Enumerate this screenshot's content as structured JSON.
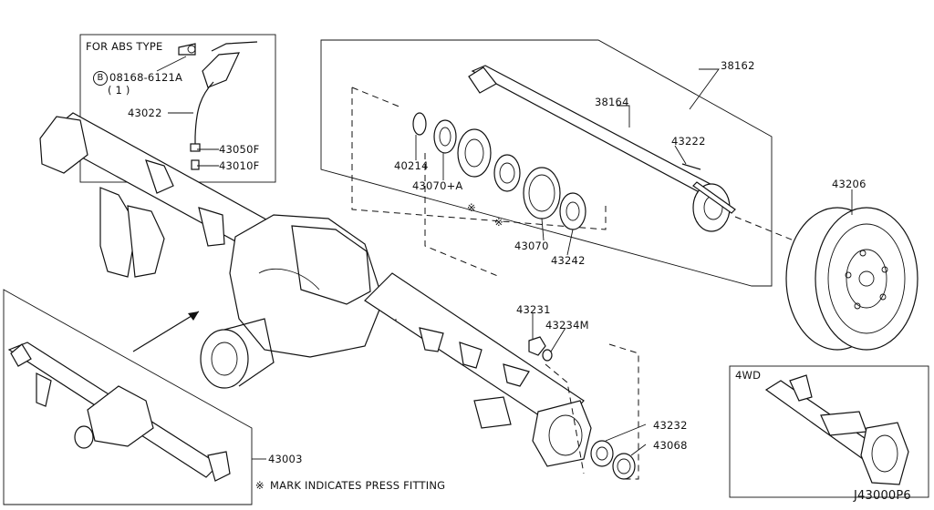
{
  "title_code": "J43000P6",
  "notes": {
    "abs_type": "FOR ABS TYPE",
    "four_wd": "4WD",
    "press_fitting_mark": "※",
    "press_fitting_text": "MARK INDICATES PRESS FITTING"
  },
  "parts": {
    "p38162": "38162",
    "p38164": "38164",
    "p43222": "43222",
    "p43206": "43206",
    "p40214": "40214",
    "p43070A": "43070+A",
    "p43070": "43070",
    "p43242": "43242",
    "p43231": "43231",
    "p43234M": "43234M",
    "p43232": "43232",
    "p43068": "43068",
    "p43003": "43003",
    "p43022": "43022",
    "p43050F": "43050F",
    "p43010F": "43010F",
    "bolt_circle": "B",
    "bolt_code": "08168-6121A",
    "bolt_qty": "( 1 )"
  },
  "press_marks": [
    "※",
    "※"
  ]
}
